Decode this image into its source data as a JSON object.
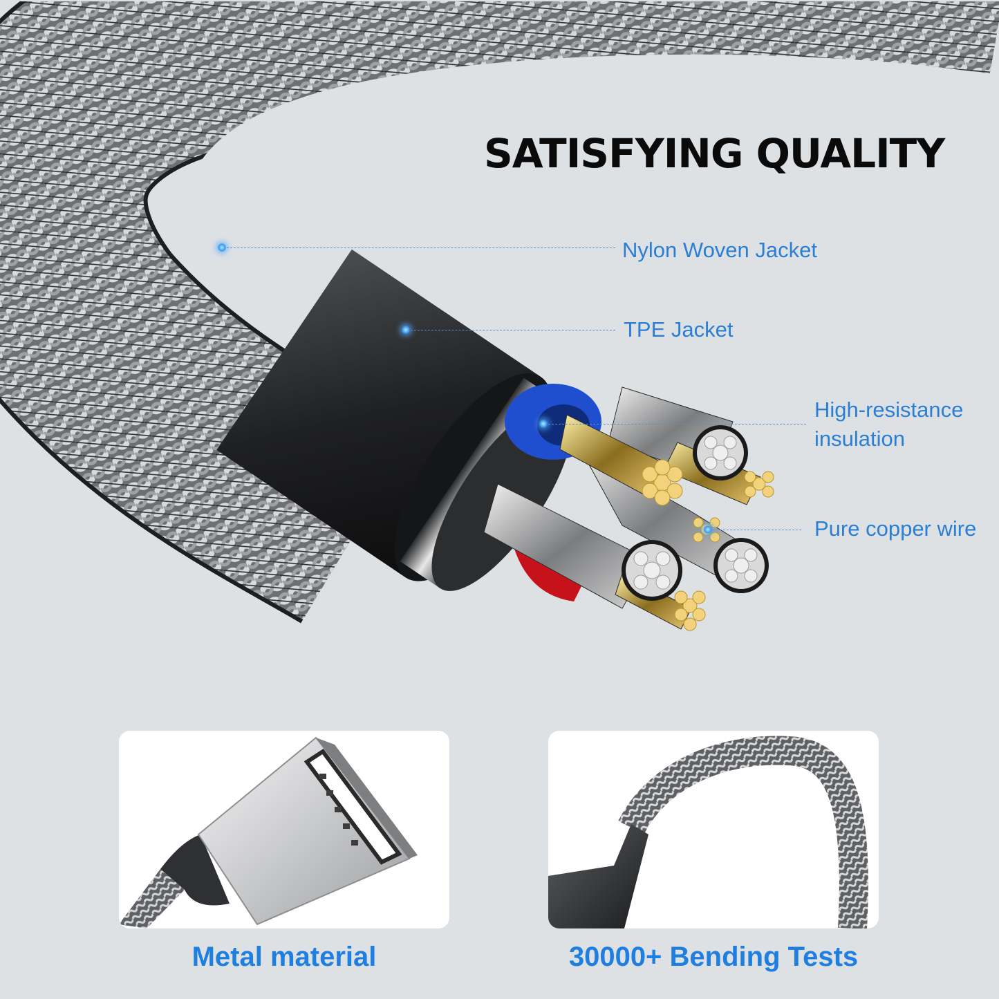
{
  "headline": "SATISFYING QUALITY",
  "callouts": [
    {
      "id": "nylon",
      "label": "Nylon Woven Jacket",
      "icon": "callout-dot-icon"
    },
    {
      "id": "tpe",
      "label": "TPE Jacket",
      "icon": "callout-dot-icon"
    },
    {
      "id": "insulation",
      "label_line1": "High-resistance",
      "label_line2": "insulation",
      "icon": "callout-dot-icon"
    },
    {
      "id": "copper",
      "label": "Pure copper wire",
      "icon": "callout-dot-icon"
    }
  ],
  "features": [
    {
      "caption": "Metal material",
      "image": "usb-female-connector-image"
    },
    {
      "caption": "30000+ Bending Tests",
      "image": "bent-braided-cable-image"
    }
  ],
  "colors": {
    "background": "#dee1e4",
    "accent_blue": "#2a7fd4",
    "caption_blue": "#1f7fe0",
    "headline": "#0a0a0a",
    "card": "#ffffff"
  }
}
